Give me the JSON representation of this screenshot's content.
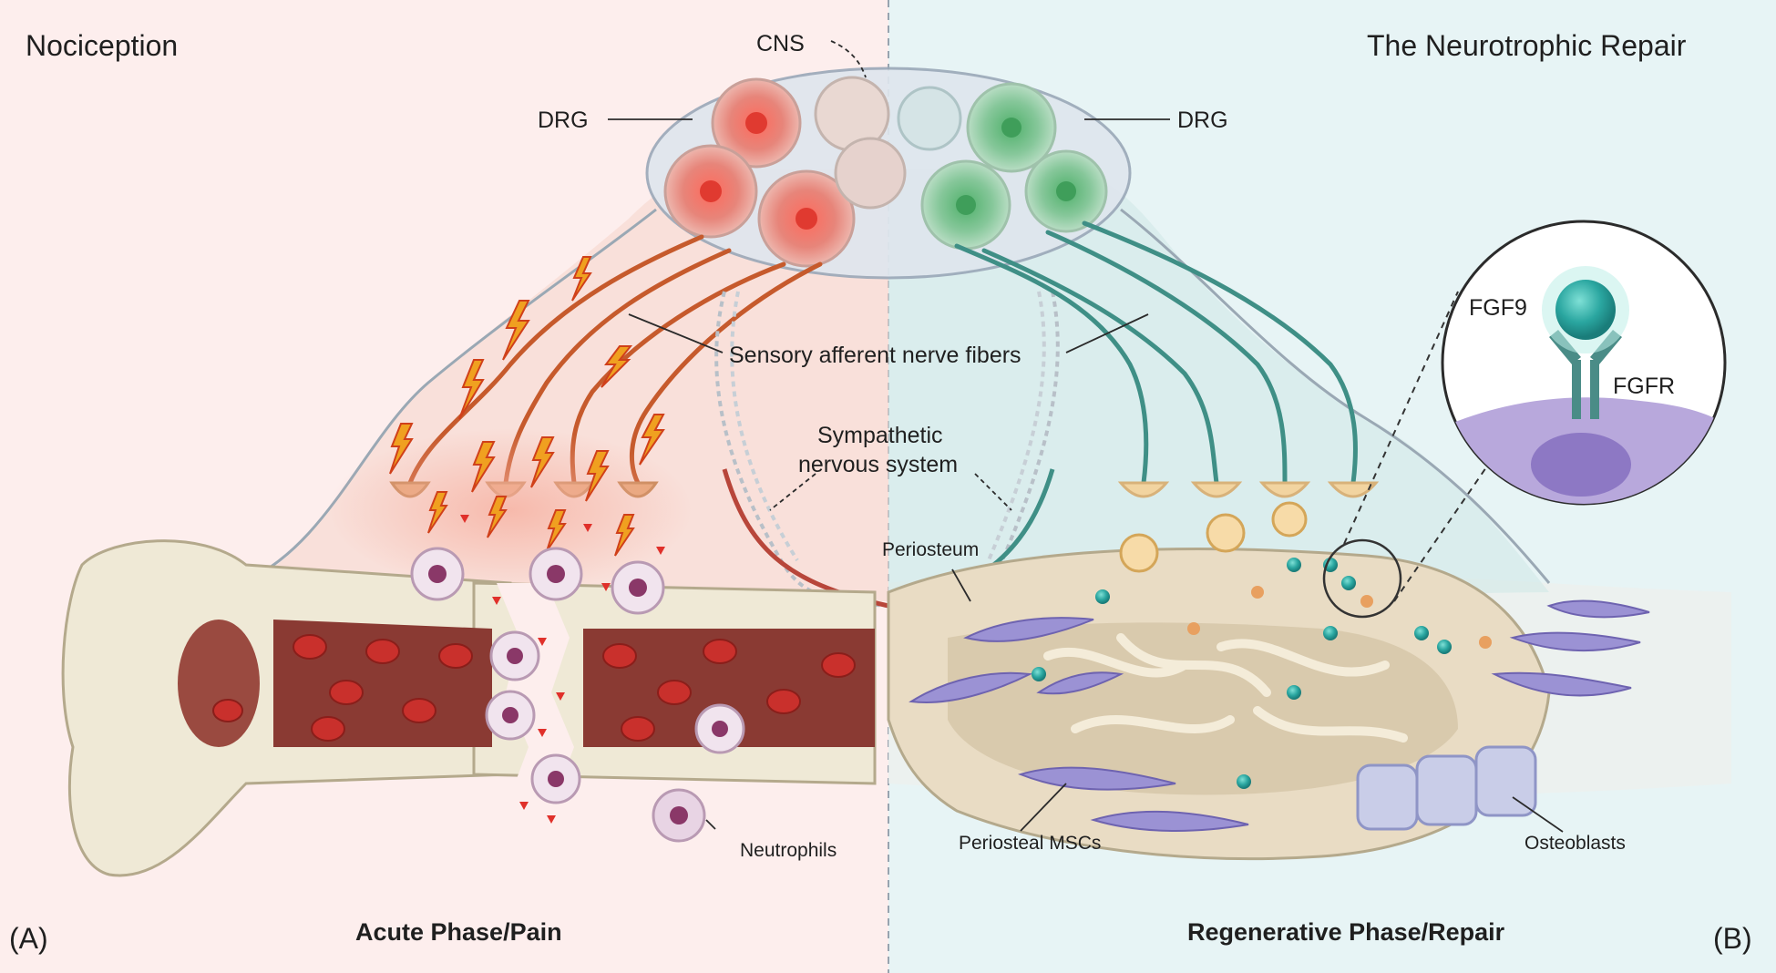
{
  "panels": {
    "left_title": "Nociception",
    "right_title": "The Neurotrophic Repair",
    "left_tag": "(A)",
    "right_tag": "(B)",
    "left_phase": "Acute Phase/Pain",
    "right_phase": "Regenerative Phase/Repair"
  },
  "labels": {
    "cns": "CNS",
    "drg_left": "DRG",
    "drg_right": "DRG",
    "sensory_fibers": "Sensory afferent nerve fibers",
    "sympathetic_line1": "Sympathetic",
    "sympathetic_line2": "nervous system",
    "periosteum": "Periosteum",
    "neutrophils": "Neutrophils",
    "periosteal_mscs": "Periosteal MSCs",
    "osteoblasts": "Osteoblasts",
    "fgf9": "FGF9",
    "fgfr": "FGFR"
  },
  "colors": {
    "left_bg": "#fdeeed",
    "right_bg": "#e7f4f5",
    "pain_nerve": "#c75a2a",
    "repair_nerve": "#3f8f86",
    "neuron_red": "#e0504b",
    "neuron_green": "#5fb87a",
    "bone": "#efe9d6",
    "marrow": "#8a3a33",
    "rbc": "#c9302c",
    "msc": "#9b92d4",
    "fgf9_sphere": "#2aa6a0"
  }
}
